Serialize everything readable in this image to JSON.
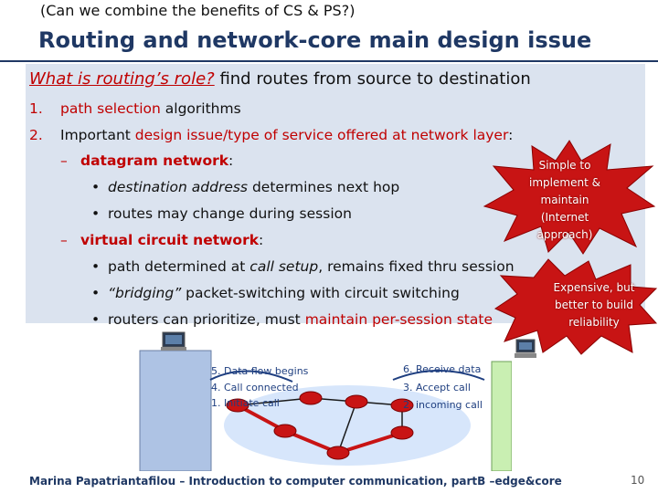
{
  "subtitle": "(Can we combine the benefits of CS & PS?)",
  "title": "Routing and network-core main design issue",
  "question": {
    "q": "What is routing’s role?",
    "rest": "find routes from source to destination"
  },
  "items": {
    "n1": "1.",
    "item1_red": "path selection",
    "item1_rest": " algorithms",
    "n2": "2.",
    "item2_a": "Important ",
    "item2_red": "design issue/type of service offered at network layer",
    "item2_b": ":"
  },
  "datagram": {
    "dash": "–",
    "label": "datagram network",
    "colon": ":",
    "b1_it": "destination address",
    "b1_rest": " determines next hop",
    "b2": "routes may change during session"
  },
  "virtual": {
    "dash": "–",
    "label": "virtual circuit network",
    "colon": ":",
    "b1_a": "path determined at ",
    "b1_it": "call setup",
    "b1_b": ", remains fixed thru session",
    "b2_it": "“bridging”",
    "b2_rest": " packet-switching with circuit switching",
    "b3_a": "routers can prioritize, must ",
    "b3_red": "maintain per-session state"
  },
  "bullet": "•",
  "burst1": {
    "l1": "Simple to",
    "l2": "implement &",
    "l3": "maintain",
    "l4": "(Internet",
    "l5": "approach)"
  },
  "burst2": {
    "l1": "Expensive, but",
    "l2": "better to build",
    "l3": "reliability"
  },
  "diagram": {
    "left_steps": [
      "5. Data flow begins",
      "4. Call connected",
      "1. Initiate call"
    ],
    "right_steps": [
      "6. Receive data",
      "3. Accept call",
      "2. incoming call"
    ]
  },
  "footer": "Marina Papatriantafilou –  Introduction to computer communication, partB –edge&core",
  "page_number": "10",
  "colors": {
    "title": "#1f3864",
    "accent": "#c00000",
    "box": "#dbe3ef",
    "burst": "#c81414"
  }
}
